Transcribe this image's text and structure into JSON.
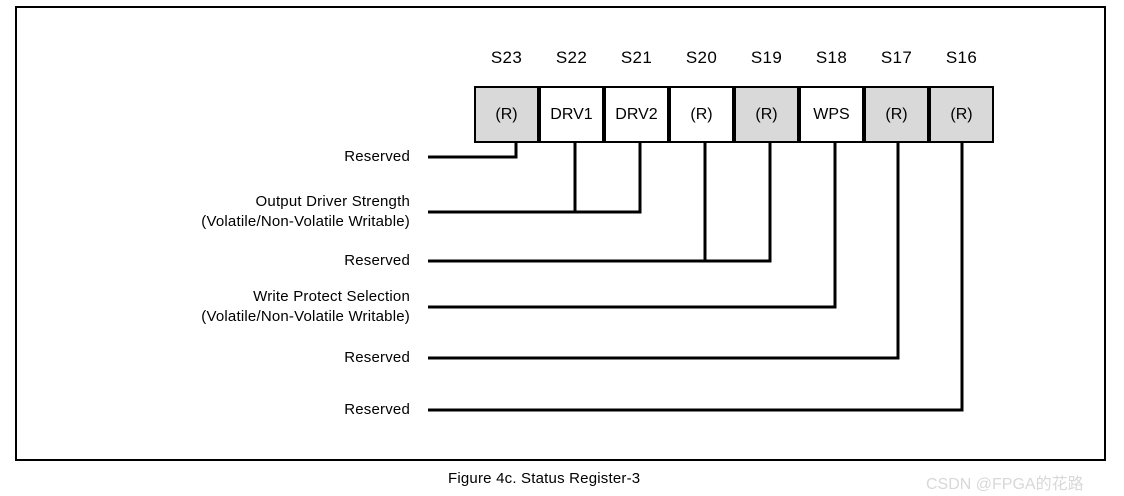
{
  "figure": {
    "caption": "Figure 4c. Status Register-3",
    "watermark": "CSDN @FPGA的花路",
    "colors": {
      "reserved_fill": "#d9d9d9",
      "writable_fill": "#ffffff",
      "line": "#000000",
      "watermark": "#d8d8d8"
    }
  },
  "register": {
    "bits": [
      {
        "bit_label": "S23",
        "cell_text": "(R)",
        "reserved": true
      },
      {
        "bit_label": "S22",
        "cell_text": "DRV1",
        "reserved": false
      },
      {
        "bit_label": "S21",
        "cell_text": "DRV2",
        "reserved": false
      },
      {
        "bit_label": "S20",
        "cell_text": "(R)",
        "reserved": false
      },
      {
        "bit_label": "S19",
        "cell_text": "(R)",
        "reserved": true
      },
      {
        "bit_label": "S18",
        "cell_text": "WPS",
        "reserved": false
      },
      {
        "bit_label": "S17",
        "cell_text": "(R)",
        "reserved": true
      },
      {
        "bit_label": "S16",
        "cell_text": "(R)",
        "reserved": true
      }
    ]
  },
  "annotations": [
    {
      "line1": "Reserved",
      "line2": ""
    },
    {
      "line1": "Output Driver Strength",
      "line2": "(Volatile/Non-Volatile Writable)"
    },
    {
      "line1": "Reserved",
      "line2": ""
    },
    {
      "line1": "Write Protect Selection",
      "line2": "(Volatile/Non-Volatile Writable)"
    },
    {
      "line1": "Reserved",
      "line2": ""
    },
    {
      "line1": "Reserved",
      "line2": ""
    }
  ]
}
